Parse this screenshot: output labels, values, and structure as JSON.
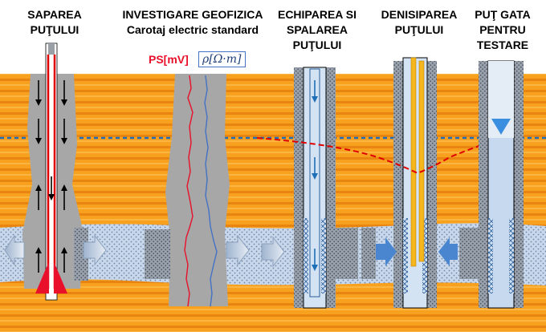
{
  "titles": {
    "drilling": "SAPAREA\nPUŢULUI",
    "logging": "INVESTIGARE GEOFIZICA\nCarotaj electric standard",
    "casing": "ECHIPAREA SI\nSPALAREA\nPUŢULUI",
    "development": "DENISIPAREA\nPUŢULUI",
    "ready": "PUŢ GATA\nPENTRU\nTESTARE"
  },
  "logs": {
    "ps_label": "PS[mV]",
    "rho_label": "ρ[Ω·m]"
  },
  "colors": {
    "sediment_orange": "#f7a11e",
    "sediment_stripe": "#e57f0a",
    "aquifer_blue": "#c6d6ea",
    "borehole_gray": "#a7a7a7",
    "water_table": "#1f6fb8",
    "drawdown": "#e00000",
    "casing_light": "#d3e3f4",
    "gravel_pack": "#7e8a9a",
    "ps_curve": "#e8102a",
    "rho_curve": "#4472c4",
    "tubing_yellow": "#f5b51d"
  }
}
